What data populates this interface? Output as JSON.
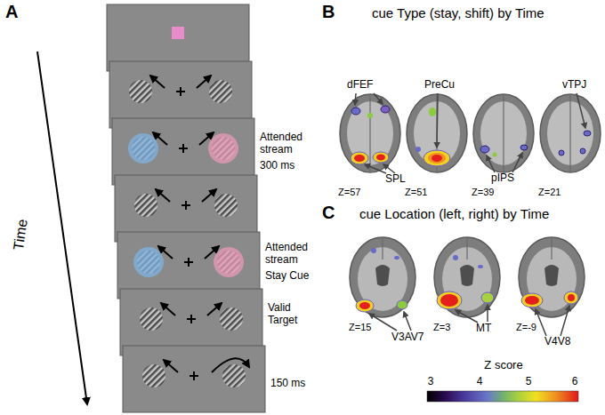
{
  "diagram": {
    "labels": [
      "A",
      "Time",
      "Attended stream",
      "300 ms",
      "Attended stream",
      "Stay Cue",
      "Valid Target",
      "150 ms",
      "B",
      "cue Type (stay, shift) by Time",
      "dFEF",
      "PreCu",
      "vTPJ",
      "SPL",
      "pIPS",
      "Z=57",
      "Z=51",
      "Z=39",
      "Z=21",
      "C",
      "cue Location (left, right) by Time",
      "V3AV7",
      "MT",
      "V4V8",
      "Z=15",
      "Z=3",
      "Z=-9",
      "3",
      "4",
      "5",
      "6",
      "Z score"
    ]
  }
}
